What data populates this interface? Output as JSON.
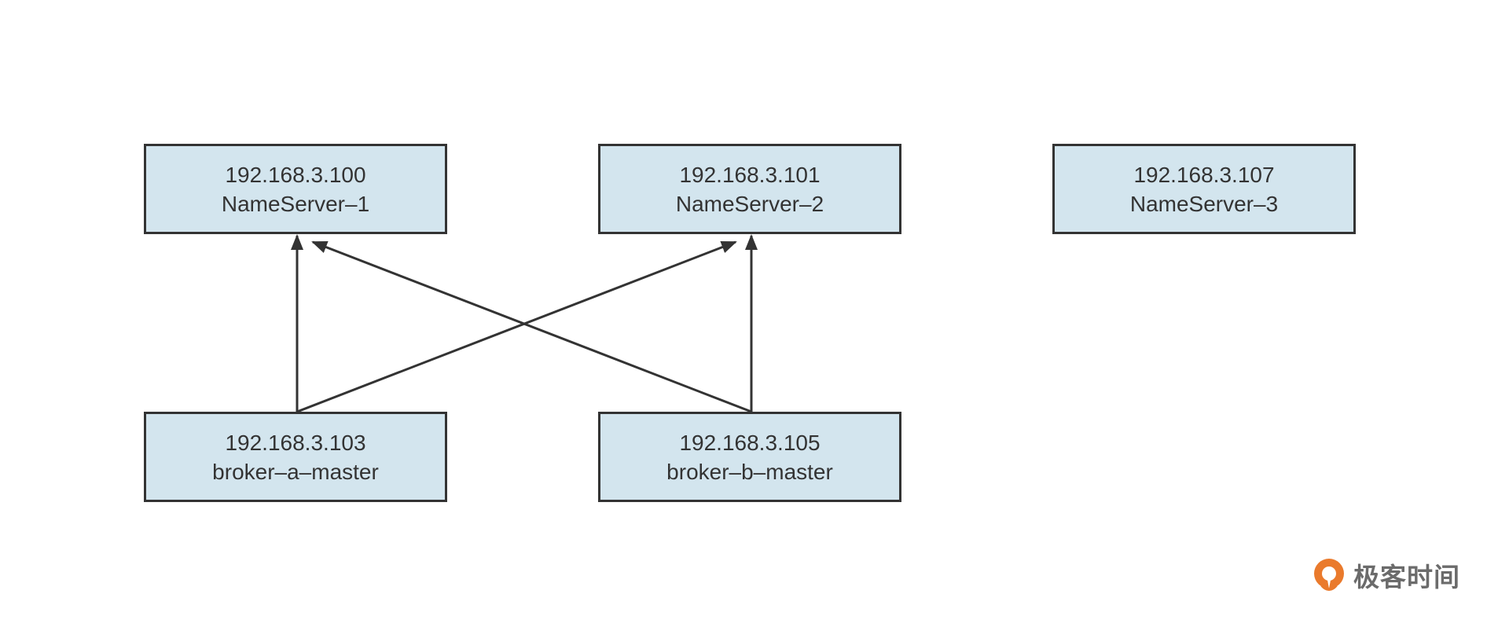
{
  "colors": {
    "node_fill": "#d3e5ee",
    "node_border": "#333333",
    "edge": "#333333",
    "brand_orange": "#ea7a2c",
    "brand_text": "#6b6b6b"
  },
  "nodes": {
    "nameserver_1": {
      "ip": "192.168.3.100",
      "name": "NameServer–1"
    },
    "nameserver_2": {
      "ip": "192.168.3.101",
      "name": "NameServer–2"
    },
    "nameserver_3": {
      "ip": "192.168.3.107",
      "name": "NameServer–3"
    },
    "broker_a": {
      "ip": "192.168.3.103",
      "name": "broker–a–master"
    },
    "broker_b": {
      "ip": "192.168.3.105",
      "name": "broker–b–master"
    }
  },
  "edges": [
    {
      "from": "broker_a",
      "to": "nameserver_1"
    },
    {
      "from": "broker_a",
      "to": "nameserver_2"
    },
    {
      "from": "broker_b",
      "to": "nameserver_1"
    },
    {
      "from": "broker_b",
      "to": "nameserver_2"
    }
  ],
  "brand": {
    "text": "极客时间",
    "icon": "geektime-logo-icon"
  }
}
